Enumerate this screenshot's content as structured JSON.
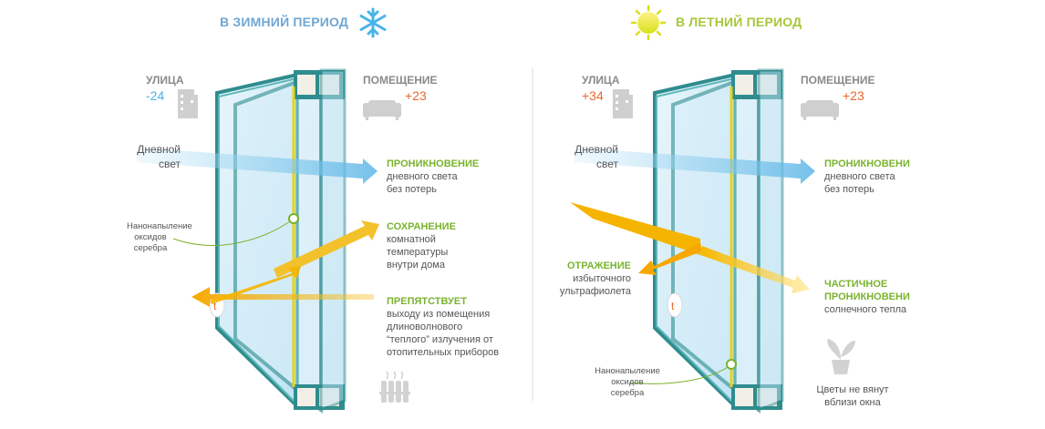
{
  "winter": {
    "header": "В ЗИМНИЙ ПЕРИОД",
    "street_label": "УЛИЦА",
    "street_temp": "-24",
    "room_label": "ПОМЕЩЕНИЕ",
    "room_temp": "+23",
    "daylight": [
      "Дневной",
      "свет"
    ],
    "coating": [
      "Нанонапыление",
      "оксидов",
      "серебра"
    ],
    "penetration": {
      "title": "ПРОНИКНОВЕНИЕ",
      "lines": [
        "дневного света",
        "без потерь"
      ]
    },
    "preservation": {
      "title": "СОХРАНЕНИЕ",
      "lines": [
        "комнатной",
        "температуры",
        "внутри дома"
      ]
    },
    "prevents": {
      "title": "ПРЕПЯТСТВУЕТ",
      "lines": [
        "выходу из помещения",
        "длиноволнового",
        "“теплого” излучения от",
        "отопительных приборов"
      ]
    }
  },
  "summer": {
    "header": "В ЛЕТНИЙ ПЕРИОД",
    "street_label": "УЛИЦА",
    "street_temp": "+34",
    "room_label": "ПОМЕЩЕНИЕ",
    "room_temp": "+23",
    "daylight": [
      "Дневной",
      "свет"
    ],
    "coating": [
      "Нанонапыление",
      "оксидов",
      "серебра"
    ],
    "penetration": {
      "title": "ПРОНИКНОВЕНИ",
      "lines": [
        "дневного света",
        "без потерь"
      ]
    },
    "reflection": {
      "title": "ОТРАЖЕНИЕ",
      "lines": [
        "избыточного",
        "ультрафиолета"
      ]
    },
    "partial": {
      "title_lines": [
        "ЧАСТИЧНОЕ",
        "ПРОНИКНОВЕНИ"
      ],
      "lines": [
        "солнечного тепла"
      ]
    },
    "flowers": [
      "Цветы не вянут",
      "вблизи окна"
    ]
  },
  "colors": {
    "winter_header": "#6fa7d4",
    "summer_header": "#a5c73a",
    "cold": "#4fb3e3",
    "warm": "#e9682c",
    "accent_green": "#7ab32e",
    "frame": "#2f8c8e",
    "glass": "#cfe9f6",
    "ray_blue": "#7cc4ea",
    "ray_yellow": "#f3c12b"
  }
}
